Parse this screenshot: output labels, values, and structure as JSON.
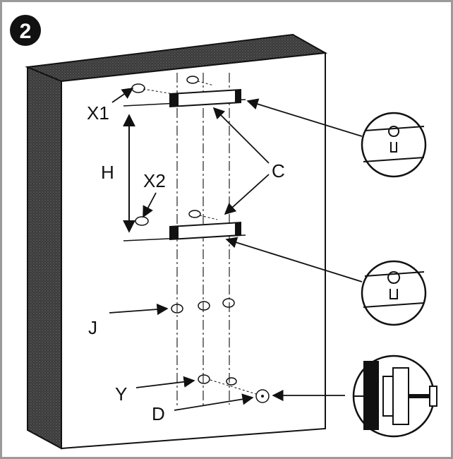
{
  "step": {
    "number": "2"
  },
  "labels": {
    "x1": "X1",
    "x2": "X2",
    "h": "H",
    "c": "C",
    "j": "J",
    "y": "Y",
    "d": "D"
  },
  "colors": {
    "ink": "#111111",
    "wall_side": "#2b2b2b",
    "frame_border": "#9a9a9a"
  },
  "icons": [
    "keyhole-slot-detail",
    "wall-anchor-screw-detail"
  ]
}
